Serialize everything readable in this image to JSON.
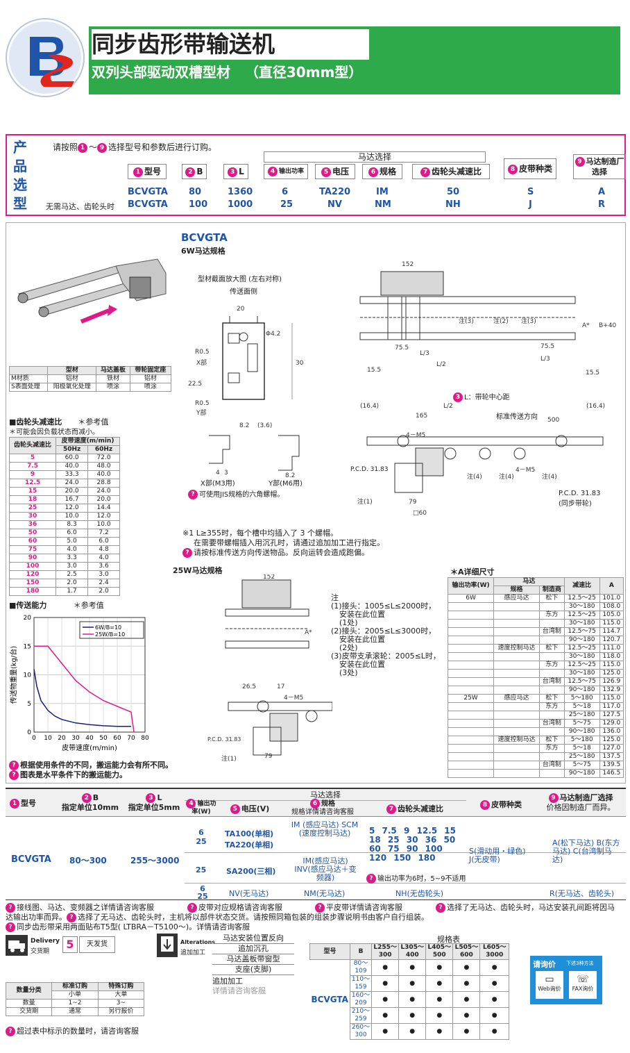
{
  "header": {
    "title": "同步齿形带输送机",
    "subtitle": "双列头部驱动双槽型材",
    "subtitle2": "（直径30mm型）"
  },
  "order": {
    "side_label": [
      "产",
      "品",
      "选",
      "型"
    ],
    "instr_pre": "请按照",
    "instr_from": "1",
    "instr_range": "～",
    "instr_to": "9",
    "instr_post": "选择型号和参数后进行订购。",
    "motor_sel": "马达选择",
    "heads": [
      {
        "n": "1",
        "t": "型号"
      },
      {
        "n": "2",
        "t": "B"
      },
      {
        "n": "3",
        "t": "L"
      },
      {
        "n": "4",
        "t": "输出功率"
      },
      {
        "n": "5",
        "t": "电压"
      },
      {
        "n": "6",
        "t": "规格"
      },
      {
        "n": "7",
        "t": "齿轮头减速比"
      },
      {
        "n": "8",
        "t": "皮带种类"
      },
      {
        "n": "9",
        "t": "马达制造厂选择"
      }
    ],
    "row1": [
      "BCVGTA",
      "80",
      "1360",
      "6",
      "TA220",
      "IM",
      "50",
      "S",
      "A"
    ],
    "row2_label": "无需马达、齿轮头时",
    "row2": [
      "BCVGTA",
      "100",
      "1000",
      "25",
      "NV",
      "NM",
      "NH",
      "J",
      "R"
    ],
    "dash": "—"
  },
  "main": {
    "model": "BCVGTA",
    "spec6w": "6W马达规格",
    "spec25w": "25W马达规格",
    "section_title": "型材截面放大图 (左右对称)",
    "transfer_face": "传送面侧",
    "xpart": "X部(M3用)",
    "ypart": "Y部(M6用)",
    "jis_note": "可使用JIS规格的六角螺帽。",
    "note1": "※1 L≥355时，每个槽中均插入了 3 个螺帽。",
    "note1b": "在需要带螺帽插入用沉孔时，请通过追加加工进行指定。",
    "note2": "请按标准传送方向传送物品。反向运转会造成跑偏。",
    "l_label": "L：带轮中心距",
    "std_dir": "标准传送方向",
    "pcd": "P.C.D. 31.83",
    "sync": "(同步带轮)",
    "notes25": [
      "注",
      "(1)接头：1005≤L≤2000时，",
      "安装在此位置",
      "(1处)",
      "(2)接头：2005≤L≤3000时，",
      "安装在此位置",
      "(2处)",
      "(3)皮带支承滚轮：2005≤L时，",
      "安装在此位置",
      "(3处)"
    ]
  },
  "material": {
    "headers": [
      "",
      "型材",
      "马达盖板",
      "带轮固定座"
    ],
    "rows": [
      [
        "M材质",
        "铝材",
        "铁材",
        "铝材"
      ],
      [
        "S表面处理",
        "阳极氧化处理",
        "喷涂",
        "喷涂"
      ]
    ]
  },
  "speed": {
    "title": "■齿轮头减速比",
    "ref": "＊参考值",
    "sub": "＊可能会因负载状态而减小。",
    "h1": "齿轮头减速比",
    "h2": "皮带速度(m/min)",
    "h50": "50Hz",
    "h60": "60Hz",
    "rows": [
      [
        "5",
        "60.0",
        "72.0"
      ],
      [
        "7.5",
        "40.0",
        "48.0"
      ],
      [
        "9",
        "33.3",
        "40.0"
      ],
      [
        "12.5",
        "24.0",
        "28.8"
      ],
      [
        "15",
        "20.0",
        "24.0"
      ],
      [
        "18",
        "16.7",
        "20.0"
      ],
      [
        "25",
        "12.0",
        "14.4"
      ],
      [
        "30",
        "10.0",
        "12.0"
      ],
      [
        "36",
        "8.3",
        "10.0"
      ],
      [
        "50",
        "6.0",
        "7.2"
      ],
      [
        "60",
        "5.0",
        "6.0"
      ],
      [
        "75",
        "4.0",
        "4.8"
      ],
      [
        "90",
        "3.3",
        "4.0"
      ],
      [
        "100",
        "3.0",
        "3.6"
      ],
      [
        "120",
        "2.5",
        "3.0"
      ],
      [
        "150",
        "2.0",
        "2.4"
      ],
      [
        "180",
        "1.7",
        "2.0"
      ]
    ]
  },
  "capacity": {
    "title": "■传送能力",
    "ref": "＊参考值",
    "ylabel": "传送物重量(kg/台)",
    "xlabel": "皮带速度(m/min)",
    "n1": "根据使用条件的不同，搬运能力会有所不同。",
    "n2": "图表是水平条件下的搬运能力。"
  },
  "chart_data": {
    "type": "line",
    "xlabel": "皮带速度(m/min)",
    "ylabel": "传送物重量(kg/台)",
    "xlim": [
      0,
      80
    ],
    "ylim": [
      0,
      20
    ],
    "xticks": [
      0,
      10,
      20,
      30,
      40,
      50,
      60,
      70,
      80
    ],
    "yticks": [
      0,
      5,
      10,
      15,
      20
    ],
    "series": [
      {
        "name": "6W/B=10",
        "color": "#1a1a80",
        "x": [
          0,
          2,
          5,
          10,
          15,
          20,
          30,
          40,
          50,
          60,
          70
        ],
        "y": [
          11,
          8,
          5.5,
          3.8,
          2.8,
          2.2,
          1.6,
          1.3,
          1.1,
          1.0,
          1.0
        ]
      },
      {
        "name": "25W/B=10",
        "color": "#e0198a",
        "x": [
          0,
          10,
          20,
          30,
          40,
          50,
          60,
          70,
          72
        ],
        "y": [
          15,
          15,
          12,
          9,
          7,
          5.5,
          4.5,
          3.5,
          0
        ]
      }
    ]
  },
  "adetail": {
    "title": "＊A详细尺寸",
    "h": [
      "输出功率(W)",
      "马达",
      "规格",
      "制造商",
      "减速比",
      "A"
    ],
    "rows": [
      [
        "6W",
        "感应马达",
        "松下",
        "12.5～25",
        "101.0"
      ],
      [
        "",
        "",
        "",
        "30～180",
        "108.0"
      ],
      [
        "",
        "",
        "东方",
        "12.5～25",
        "105.0"
      ],
      [
        "",
        "",
        "",
        "30～180",
        "115.0"
      ],
      [
        "",
        "",
        "台湾制",
        "12.5～75",
        "114.7"
      ],
      [
        "",
        "",
        "",
        "90～180",
        "120.7"
      ],
      [
        "",
        "速度控制马达",
        "松下",
        "12.5～25",
        "111.0"
      ],
      [
        "",
        "",
        "",
        "30～180",
        "118.0"
      ],
      [
        "",
        "",
        "东方",
        "12.5～25",
        "115.0"
      ],
      [
        "",
        "",
        "",
        "30～180",
        "125.0"
      ],
      [
        "",
        "",
        "台湾制",
        "12.5～75",
        "126.9"
      ],
      [
        "",
        "",
        "",
        "90～180",
        "132.9"
      ],
      [
        "25W",
        "感应马达",
        "松下",
        "5～180",
        "115.0"
      ],
      [
        "",
        "",
        "东方",
        "5～18",
        "117.0"
      ],
      [
        "",
        "",
        "",
        "25～180",
        "127.5"
      ],
      [
        "",
        "",
        "台湾制",
        "5～75",
        "129.0"
      ],
      [
        "",
        "",
        "",
        "90～180",
        "136.0"
      ],
      [
        "",
        "速度控制马达",
        "松下",
        "5～180",
        "125.0"
      ],
      [
        "",
        "",
        "东方",
        "5～18",
        "127.0"
      ],
      [
        "",
        "",
        "",
        "25～180",
        "137.5"
      ],
      [
        "",
        "",
        "台湾制",
        "5～75",
        "139.5"
      ],
      [
        "",
        "",
        "",
        "90～180",
        "146.5"
      ]
    ]
  },
  "spec": {
    "motor_sel": "马达选择",
    "h": [
      {
        "n": "1",
        "t": "型号"
      },
      {
        "n": "2",
        "t": "B",
        "s": "指定单位10mm"
      },
      {
        "n": "3",
        "t": "L",
        "s": "指定单位5mm"
      },
      {
        "n": "4",
        "t": "输出功率(W)"
      },
      {
        "n": "5",
        "t": "电压(V)"
      },
      {
        "n": "6",
        "t": "规格",
        "s": "规格详情请咨询客服"
      },
      {
        "n": "7",
        "t": "齿轮头减速比"
      },
      {
        "n": "8",
        "t": "皮带种类"
      },
      {
        "n": "9",
        "t": "马达制造厂选择",
        "s": "价格因制造厂而异。"
      }
    ],
    "model": "BCVGTA",
    "b": "80～300",
    "l": "255～3000",
    "p1": "6 25",
    "v1": "TA100(单相) TA220(单相)",
    "s1": "IM (感应马达) SCM (速度控制马达)",
    "ratios": "5 7.5 9 12.5 15 18 25 30 36 50 60 75 90 100 120 150 180",
    "p2": "25",
    "v2": "SA200(三相)",
    "s2": "IM(感应马达) INV(感应马达＋变频器)",
    "r2": "输出功率为6时，5~9不适用",
    "p3": "6 25",
    "v3": "NV(无马达)",
    "s3": "NM(无马达)",
    "r3": "NH(无齿轮头)",
    "belt": "S(滑动用・绿色) J(无皮带)",
    "maker": "A(松下马达) B(东方马达) C(台湾制马达)",
    "maker3": "R(无马达、齿轮头)"
  },
  "footer": {
    "n1": "接线图、马达、变频器之详情请咨询客服",
    "n2": "皮带对应规格请咨询客服",
    "n3": "平皮带详情请咨询客服",
    "n4": "选择了无马达、齿轮头时，马达安装孔间距将因马",
    "n4b": "达输出功率而异。",
    "n5": "选择了无马达、齿轮头时，主机将以部件状态交货。请按照同箱包装的组装步骤说明书由客户自行组装。",
    "n6": "同步齿形带采用两面贴布T5型( LTBRA－T5100～)。详情请咨询客服",
    "delivery": "Delivery",
    "delivery_cn": "交货期",
    "days": "5",
    "days_lbl": "天发货",
    "alterations": "Alterations",
    "alt_cn": "追加加工",
    "alt_items": [
      "马达安装位置反向",
      "追加沉孔",
      "马达盖板带窗型",
      "支座(支脚)",
      "追加加工",
      "详情请咨询客服"
    ],
    "qty_h": [
      "数量分类",
      "标准订购",
      "特殊订购"
    ],
    "qty_sub": [
      "",
      "小单",
      "大单"
    ],
    "qty_rows": [
      [
        "数量",
        "1~2",
        "3~"
      ],
      [
        "交货期",
        "通常",
        "另行报价"
      ]
    ],
    "qty_note": "超过表中标示的数量时，请咨询客服",
    "spec_title": "规格表",
    "spec_h": [
      "型号",
      "B",
      "L255～300",
      "L305～400",
      "L405～500",
      "L505～600",
      "L605～3000"
    ],
    "spec_model": "BCVGTA",
    "spec_rows": [
      "80～109",
      "110～159",
      "160～209",
      "210～259",
      "260～300"
    ],
    "price_title": "请询价",
    "price_sub": "下述3种方法",
    "web": "Web询价",
    "fax": "FAX询价"
  }
}
